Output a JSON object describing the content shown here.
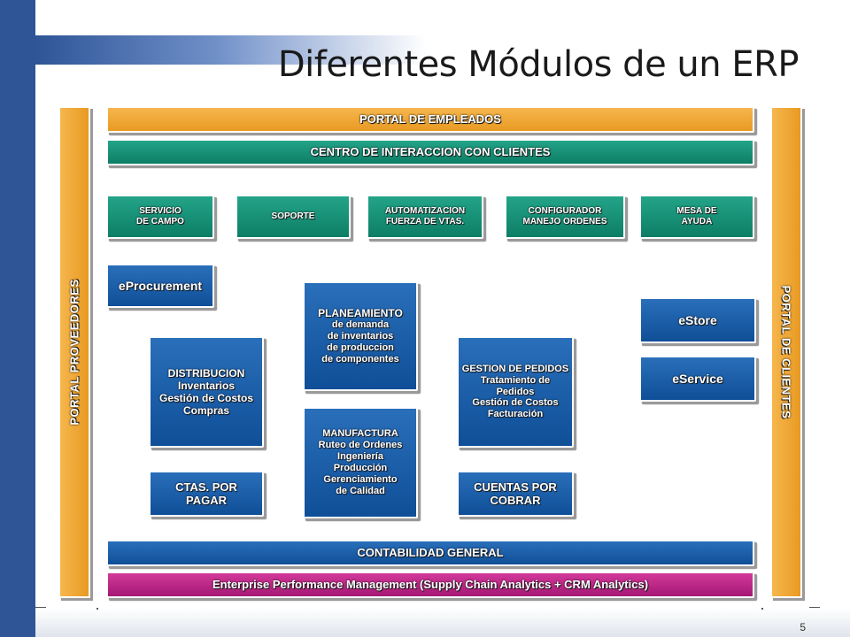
{
  "slide": {
    "title": "Diferentes Módulos de un ERP",
    "page_number": "5"
  },
  "side": {
    "left": "PORTAL PROVEEDORES",
    "right": "PORTAL DE CLIENTES"
  },
  "bands": {
    "empleados": "PORTAL DE EMPLEADOS",
    "interaccion": "CENTRO DE INTERACCION CON CLIENTES",
    "contabilidad": "CONTABILIDAD GENERAL",
    "epm": "Enterprise Performance Management (Supply Chain Analytics + CRM Analytics)"
  },
  "services": {
    "servicio": [
      "SERVICIO",
      "DE CAMPO"
    ],
    "soporte": [
      "SOPORTE"
    ],
    "automatizacion": [
      "AUTOMATIZACION",
      "FUERZA DE VTAS."
    ],
    "configurador": [
      "CONFIGURADOR",
      "MANEJO ORDENES"
    ],
    "mesa": [
      "MESA DE",
      "AYUDA"
    ]
  },
  "modules": {
    "eprocurement": "eProcurement",
    "estore": "eStore",
    "eservice": "eService",
    "planeamiento": [
      "PLANEAMIENTO",
      "de demanda",
      "de inventarios",
      "de produccion",
      "de componentes"
    ],
    "distribucion": [
      "DISTRIBUCION",
      "Inventarios",
      "Gestión de Costos",
      "Compras"
    ],
    "gestion_pedidos": [
      "GESTION DE PEDIDOS",
      "Tratamiento de",
      "Pedidos",
      "Gestión de Costos",
      "Facturación"
    ],
    "manufactura": [
      "MANUFACTURA",
      "Ruteo de Ordenes",
      "Ingeniería",
      "Producción",
      "Gerenciamiento",
      "de Calidad"
    ],
    "ctas_pagar": [
      "CTAS. POR",
      "PAGAR"
    ],
    "cuentas_cobrar": [
      "CUENTAS POR",
      "COBRAR"
    ]
  },
  "colors": {
    "orange": "#f0a73a",
    "teal": "#149177",
    "blue": "#1a5ea8",
    "magenta": "#c02688",
    "sidebar": "#2f5597"
  }
}
